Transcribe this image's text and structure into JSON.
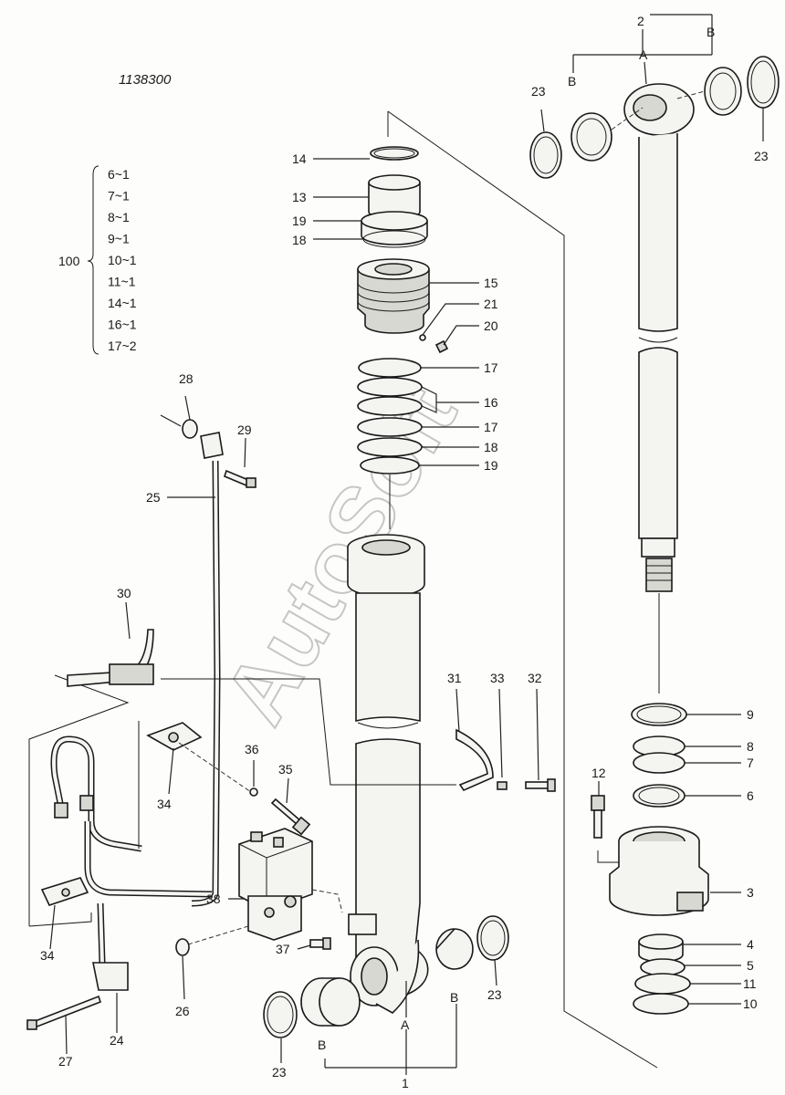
{
  "drawing_number": "1138300",
  "watermark": "AutoSoft",
  "kit": {
    "number": "100",
    "items": [
      "6~1",
      "7~1",
      "8~1",
      "9~1",
      "10~1",
      "11~1",
      "14~1",
      "16~1",
      "17~2"
    ]
  },
  "labels": {
    "p1": "1",
    "p2": "2",
    "p3": "3",
    "p4": "4",
    "p5": "5",
    "p6": "6",
    "p7": "7",
    "p8": "8",
    "p9": "9",
    "p10": "10",
    "p11": "11",
    "p12": "12",
    "p13": "13",
    "p14": "14",
    "p15": "15",
    "p16": "16",
    "p17a": "17",
    "p17b": "17",
    "p18a": "18",
    "p18b": "18",
    "p19a": "19",
    "p19b": "19",
    "p20": "20",
    "p21": "21",
    "p23a": "23",
    "p23b": "23",
    "p23c": "23",
    "p23d": "23",
    "p24": "24",
    "p25": "25",
    "p26": "26",
    "p27": "27",
    "p28": "28",
    "p29": "29",
    "p30": "30",
    "p31": "31",
    "p32": "32",
    "p33": "33",
    "p34a": "34",
    "p34b": "34",
    "p35": "35",
    "p36": "36",
    "p37": "37",
    "p38": "38",
    "A_top": "A",
    "B_top_left": "B",
    "B_top_right": "B",
    "A_bottom": "A",
    "B_bottom_left": "B",
    "B_bottom_right": "B"
  }
}
